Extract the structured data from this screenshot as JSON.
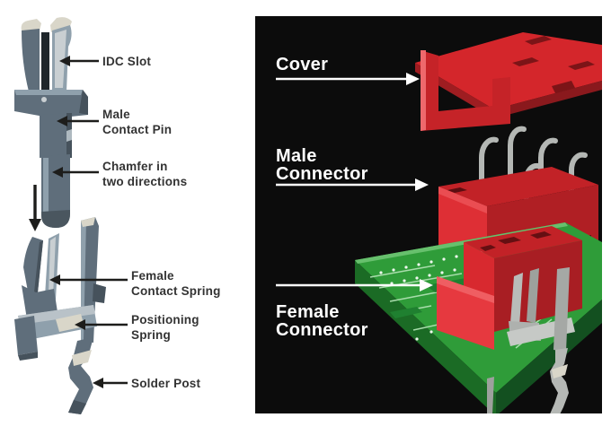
{
  "left_diagram": {
    "labels": [
      {
        "id": "idc-slot",
        "text": "IDC Slot"
      },
      {
        "id": "male-contact-pin",
        "text": "Male\nContact Pin"
      },
      {
        "id": "chamfer",
        "text": "Chamfer in\ntwo directions"
      },
      {
        "id": "female-contact-spring",
        "text": "Female\nContact Spring"
      },
      {
        "id": "positioning-spring",
        "text": "Positioning\nSpring"
      },
      {
        "id": "solder-post",
        "text": "Solder Post"
      }
    ]
  },
  "right_panel": {
    "labels": [
      {
        "id": "cover",
        "text": "Cover"
      },
      {
        "id": "male-connector",
        "text": "Male\nConnector"
      },
      {
        "id": "female-connector",
        "text": "Female\nConnector"
      }
    ]
  },
  "colors": {
    "panel_background": "#0c0c0c",
    "connector_red": "#d4262b",
    "connector_red_highlight": "#e6393f",
    "connector_red_shadow": "#9e1d21",
    "pcb_green": "#2f9c39",
    "pcb_green_dark": "#1b6b25",
    "metal_gray": "#5f6e7b",
    "metal_gray_light": "#8fa0ac",
    "metal_cream": "#d9d6c9",
    "label_dark": "#333333",
    "label_light": "#ffffff",
    "arrow_black": "#1d1d1b",
    "arrow_white": "#ffffff"
  }
}
